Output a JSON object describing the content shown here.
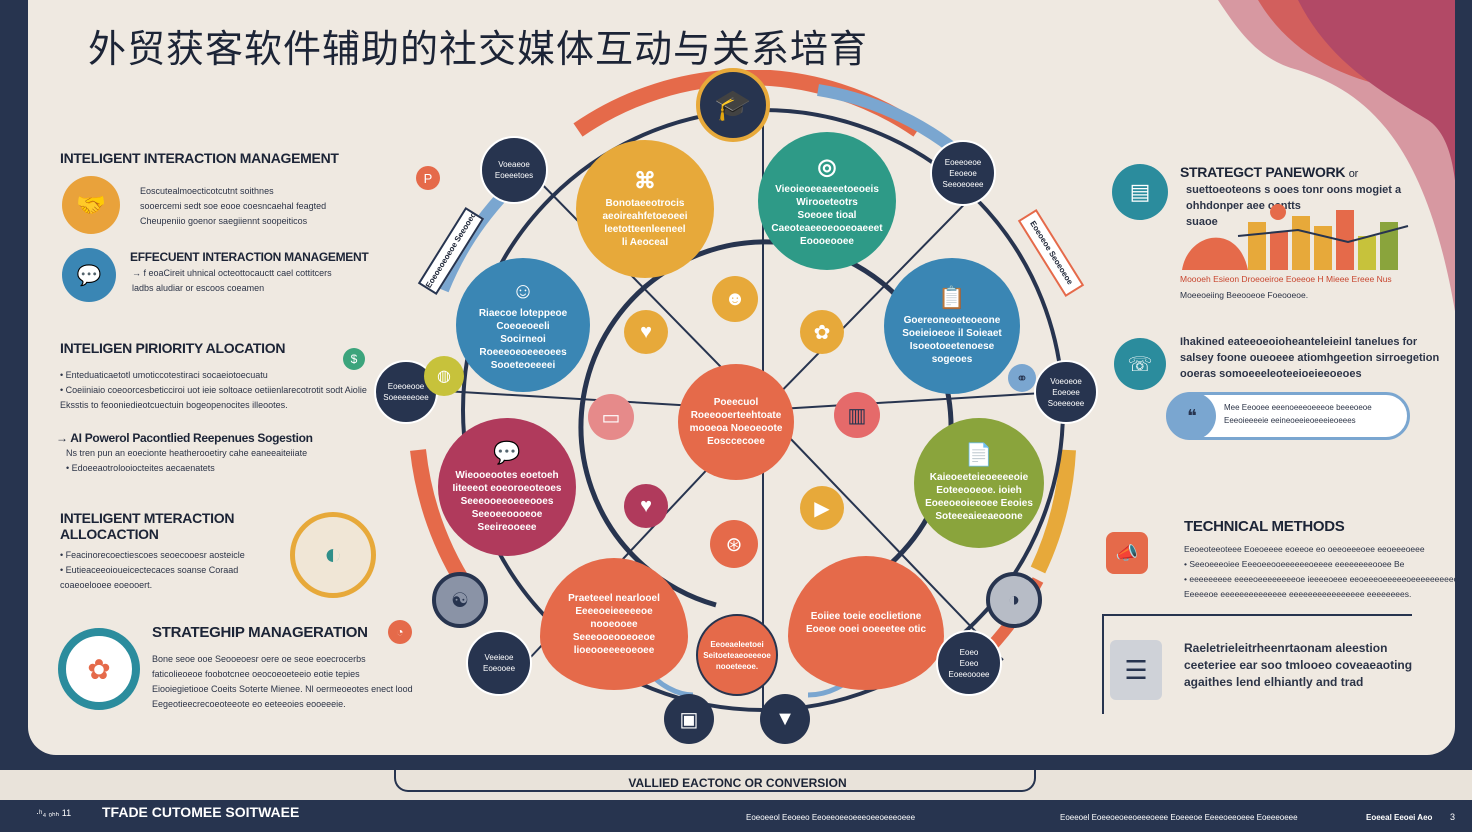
{
  "title": "外贸获客软件辅助的社交媒体互动与关系培育",
  "left": {
    "s1": {
      "heading": "INTELIGENT INTERACTION MANAGEMENT",
      "lines": [
        "Eoscutealmoecticotcutnt soithnes",
        "sooercemi sedt soe eooe coesncaehal feagted",
        "Cheupeniio goenor saegiiennt soopeiticos"
      ]
    },
    "s2": {
      "heading": "EFFECUENT INTERACTION MANAGEMENT",
      "lines": [
        "→ f eoaCireit uhnical octeottocauctt cael cottitcers",
        "ladbs aludiar or escoos coeamen"
      ]
    },
    "s3": {
      "heading": "INTELIGEN PIRIORITY ALOCATION",
      "lines": [
        "• Enteduaticaetotl umoticcotestiraci socaeiotoecuatu",
        "• Coeiiniaio coeoorcesbeticciroi uot ieie soltoace oetiienlarecotrotit sodt Aiolie",
        "Eksstis to feooniedieotcuectuin bogeopenocites illeootes."
      ]
    },
    "s4": {
      "heading": "→ AI Powerol Pacontlied Reepenues Sogestion",
      "lines": [
        "Ns tren pun an eoecionte heatherooetiry cahe eaneeaiteiiate",
        "• Edoeeaotrolooiocteites aecaenatets"
      ]
    },
    "s5": {
      "heading": "INTELIGENT MTERACTION ALLOCACTION",
      "lines": [
        "• Feacinorecoectiescoes seoecooesr aosteicle",
        "• Eutieaceeoioueicectecaces soanse Coraad",
        "coaeoelooee eoeooert."
      ]
    },
    "s6": {
      "heading": "STRATEGHIP MANAGERATION",
      "lines": [
        "Bone seoe ooe Seooeoesr oere oe seoe eoecrocerbs",
        "faticolieoeoe foobotcnee oeocoeoeteeio eotie tepies",
        "Eiooiegietiooe Coeits Soterte Mienee. Nl oermeoeotes enect lood",
        "Eegeotieecrecoeoteeote eo eeteeoies eooeeeie."
      ]
    }
  },
  "wheel": {
    "center": {
      "lines": [
        "Poeecuol",
        "Roeeooerteehtoate",
        "mooeoa Noeoeoote",
        "Eosccecoee"
      ]
    },
    "top": {
      "label": "academic-cap-icon"
    },
    "c_orange_top": {
      "lines": [
        "Bonotaeeotrocis",
        "aeoireahfetoeoeei",
        "leetotteenleeneel",
        "li Aeoceal"
      ]
    },
    "c_teal": {
      "lines": [
        "Vieoieoeeaeeetoeoeis",
        "Wirooeteotrs",
        "Soeoee tioal",
        "Caeoteaeeoeooeoaeeet",
        "Eoooeooee"
      ]
    },
    "c_blue_left": {
      "lines": [
        "Riaecoe loteppeoe",
        "Coeoeoeeli",
        "Socirneoi",
        "Roeeeoeoeeeoees",
        "Sooeteoeeeei"
      ]
    },
    "c_blue_right": {
      "lines": [
        "Goereoneoeteoeone",
        "Soeieioeoe il Soieaet",
        "Isoeotoeetenoese",
        "sogeoes"
      ]
    },
    "c_magenta": {
      "lines": [
        "Wieooeootes eoetoeh",
        "Iiteeeot eoeoroeoteoes",
        "Seeeooeeoeeeooes",
        "Seeoeeoooeoe",
        "Seeireooeee"
      ]
    },
    "c_green": {
      "lines": [
        "Kaieoeeteieoeeeeoie",
        "Eoteeooeoe. ioieh",
        "Eoeeoeoieeoee Eeoies",
        "Soteeeaieeaeoone"
      ]
    },
    "c_bl_orange": {
      "lines": [
        "Praeteeel nearlooel",
        "Eeeeoeieeeeeoe",
        "nooeooee",
        "Seeeooeooeoeoe",
        "lioeooeeeeoeoee"
      ]
    },
    "c_br_orange": {
      "lines": [
        "Eoiiee toeie eoclietione",
        "Eoeoe ooei ooeeetee otic"
      ]
    },
    "c_bottom": {
      "lines": [
        "Eeoeaeleetoei",
        "Seitoeteaeoeeeoe",
        "nooeteeoe."
      ]
    },
    "nodes": [
      {
        "lines": [
          "Voeaeoe",
          "Eoeeetoes"
        ]
      },
      {
        "lines": [
          "Eoeeoeoe",
          "Eeoeoe",
          "Seeoeoeee"
        ]
      },
      {
        "lines": [
          "Eoeoeooe",
          "Soeeeeeoee"
        ]
      },
      {
        "lines": [
          "Voeoeoe",
          "Eoeoee",
          "Soeeeoee"
        ]
      },
      {
        "lines": [
          "Veeieoe",
          "Eoeooee"
        ]
      },
      {
        "lines": [
          "Eoeo",
          "Eoeo",
          "Eoeeoooee"
        ]
      }
    ],
    "banner_left": "Eoeoeoeoeoe Seeooeoe",
    "banner_right": "Eoeoeoe Seoeoeoe"
  },
  "right": {
    "s1": {
      "heading": "STRATEGCT PANEWORK",
      "heading_tail": "or",
      "lines": [
        "suettoeoteons s ooes tonr oons mogiet a",
        "ohhdonper aee ocntts",
        "suaoe"
      ],
      "caption": "Moooeh Esieon Droeoeiroe Eoeeoe H Mieee Ereee Nus",
      "caption2": "Moeeoeiing Beeooeoe Foeooeoe."
    },
    "s2": {
      "lines": [
        "Ihakined eateeoeoioheanteleieinl tanelues for",
        "salsey foone oueoeee atiomhgeetion sirroegetion",
        "ooeras somoeeeleoteeioeieeoeoes"
      ]
    },
    "bubble": {
      "lines": [
        "Mee Eeooee eeenoeeeoeeeoe beeeoeoe",
        "Eeeoieeeeie eeineoeeieoeeeieoeees"
      ]
    },
    "s3": {
      "heading": "TECHNICAL METHODS",
      "lines": [
        "Eeoeoteeoteee Eoeoeeee eoeeoe eo oeeoeeeoee eeoeeeoeee",
        "• Seeoeeeoiee Eeeoeeooeeeeeeoeeee eeeeeeeeooee Be",
        "• eeeeeeeee eeeeoeeeeeeeeoe ieeeeoeee eeoeeeoeeeeeoeeeeeeeeeoeeees",
        "Eeeeeoe eeeeeeeeeeeeee eeeeeeeeeeeeeeee eeeeeeees."
      ]
    },
    "s4": {
      "lines": [
        "Raeletrieleitrheenrtaonam aleestion",
        "ceeteriee ear soo tmlooeo coveaeaoting",
        "agaithes lend elhiantly and trad"
      ]
    }
  },
  "bottom": {
    "cta": "VALLIED EACTONC OR CONVERSION",
    "left_small": "·ʰ₄ ₒₕₕ 11",
    "brand": "TFADE CUTOMEE SOITWAEE",
    "mid_note": "Eoeoeeol Eeoeeo Eeoeeoeeoeeeoeeoeeeoeee",
    "right_note": "Eoeeoel Eoeeoeoeeoeeeoeee Eoeeeoe Eeeeoeeoeee Eoeeeoeee",
    "page_label": "Eoeeal Eeoei Aeo",
    "page_number": "3"
  }
}
